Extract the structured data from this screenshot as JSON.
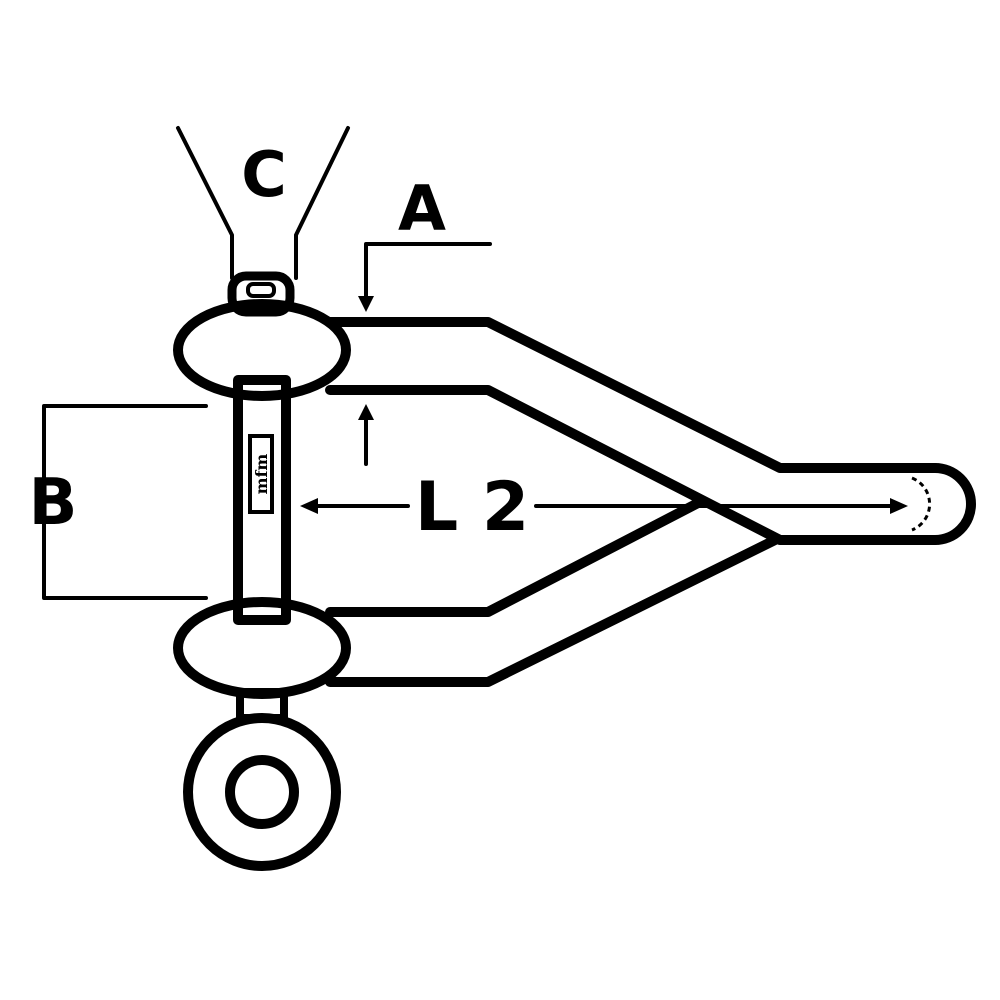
{
  "diagram": {
    "labels": {
      "a": "A",
      "b": "B",
      "c": "C",
      "l2": "L 2"
    },
    "stamp_text": "mfm",
    "colors": {
      "line": "#000000",
      "background": "#ffffff"
    }
  }
}
